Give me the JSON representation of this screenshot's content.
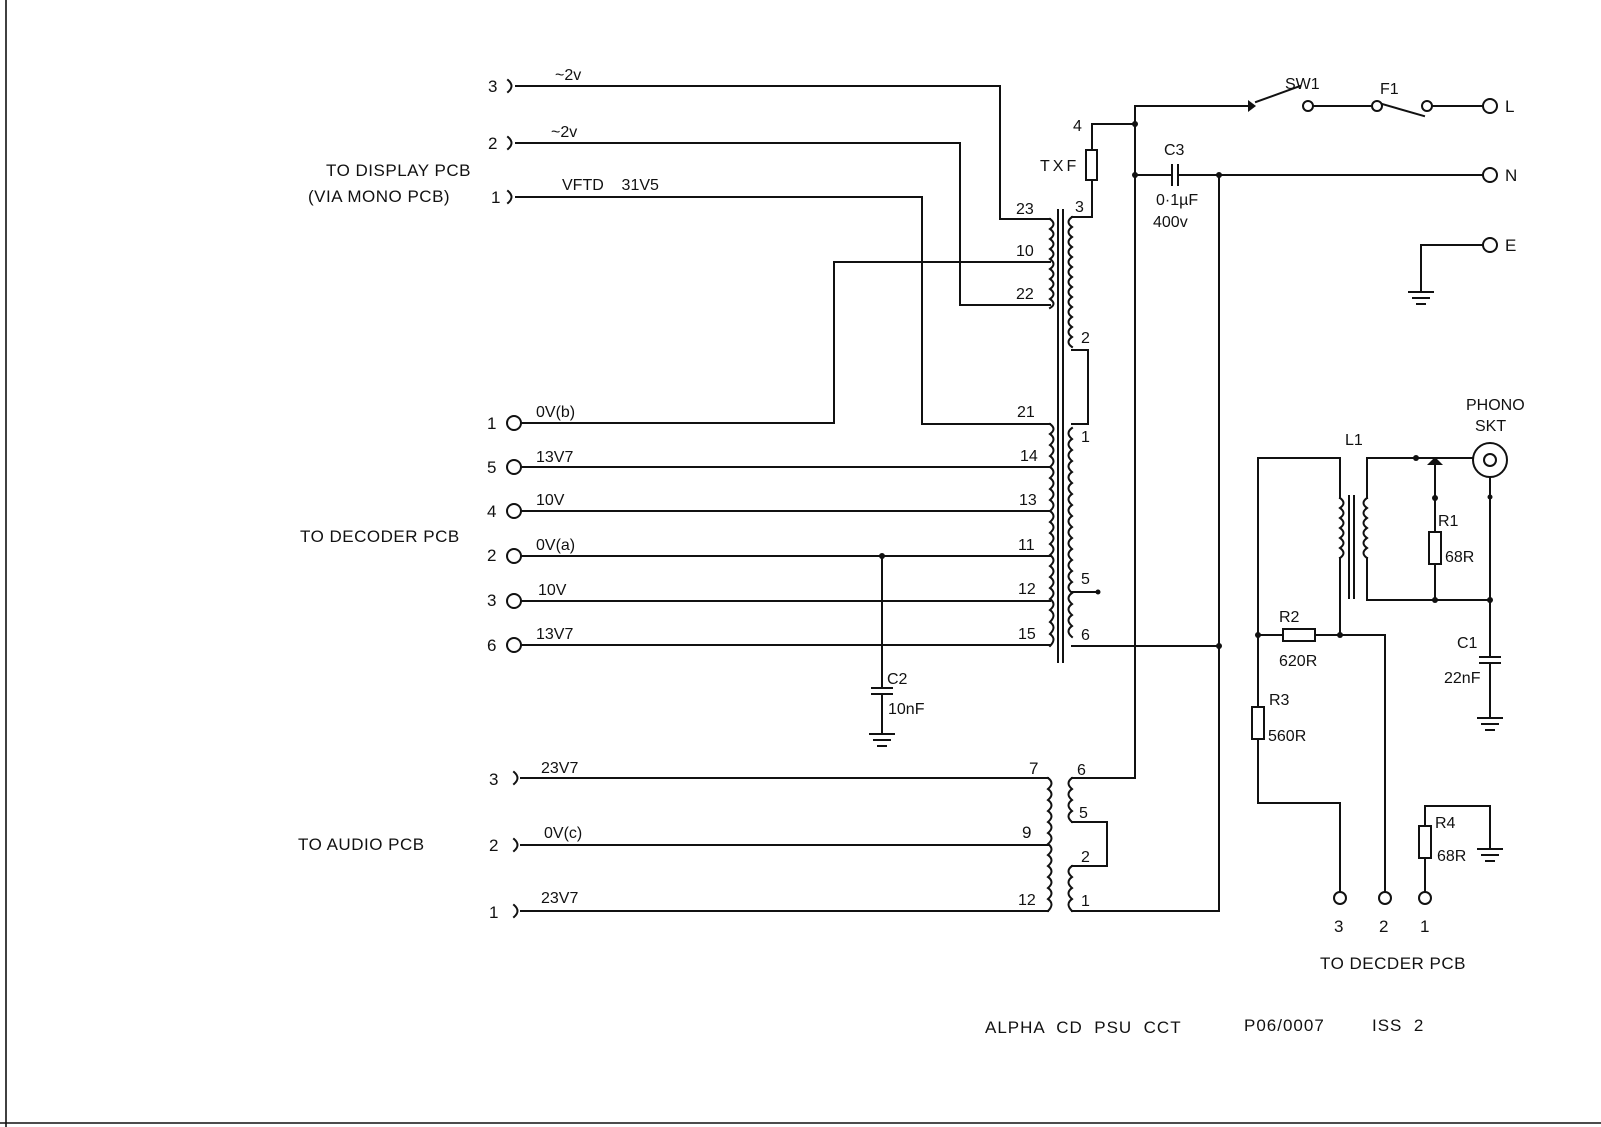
{
  "groups": {
    "display": [
      "TO  DISPLAY  PCB",
      "(VIA MONO  PCB)"
    ],
    "decoder": "TO  DECODER  PCB",
    "audio": "TO  AUDIO  PCB",
    "decder_bottom": "TO  DECDER  PCB"
  },
  "display_pins": [
    {
      "pin": "3",
      "signal": "~2v"
    },
    {
      "pin": "2",
      "signal": "~2v"
    },
    {
      "pin": "1",
      "signal": "VFTD    31V5"
    }
  ],
  "decoder_pins": [
    {
      "pin": "1",
      "signal": "0V(b)"
    },
    {
      "pin": "5",
      "signal": "13V7"
    },
    {
      "pin": "4",
      "signal": "10V"
    },
    {
      "pin": "2",
      "signal": "0V(a)"
    },
    {
      "pin": "3",
      "signal": "10V"
    },
    {
      "pin": "6",
      "signal": "13V7"
    }
  ],
  "audio_pins": [
    {
      "pin": "3",
      "signal": "23V7"
    },
    {
      "pin": "2",
      "signal": "0V(c)"
    },
    {
      "pin": "1",
      "signal": "23V7"
    }
  ],
  "main_transformer": {
    "name": "TXF",
    "secondary_taps": [
      "23",
      "10",
      "22",
      "21",
      "14",
      "13",
      "11",
      "12",
      "15"
    ],
    "primary_taps": [
      "4",
      "3",
      "2",
      "1",
      "5",
      "6"
    ]
  },
  "audio_transformer": {
    "secondary_taps": [
      "7",
      "9",
      "12"
    ],
    "primary_taps": [
      "6",
      "5",
      "2",
      "1"
    ]
  },
  "components": {
    "sw1": "SW1",
    "f1": "F1",
    "c3": {
      "ref": "C3",
      "value": "0·1µF",
      "voltage": "400v"
    },
    "c2": {
      "ref": "C2",
      "value": "10nF"
    },
    "c1": {
      "ref": "C1",
      "value": "22nF"
    },
    "l1": "L1",
    "r1": {
      "ref": "R1",
      "value": "68R"
    },
    "r2": {
      "ref": "R2",
      "value": "620R"
    },
    "r3": {
      "ref": "R3",
      "value": "560R"
    },
    "r4": {
      "ref": "R4",
      "value": "68R"
    },
    "phono": [
      "PHONO",
      "SKT"
    ]
  },
  "mains_terminals": [
    "L",
    "N",
    "E"
  ],
  "decoder_out_pins": [
    "3",
    "2",
    "1"
  ],
  "footer": {
    "title": "ALPHA  CD  PSU  CCT",
    "drawing_no": "P06/0007",
    "issue": "ISS  2"
  }
}
